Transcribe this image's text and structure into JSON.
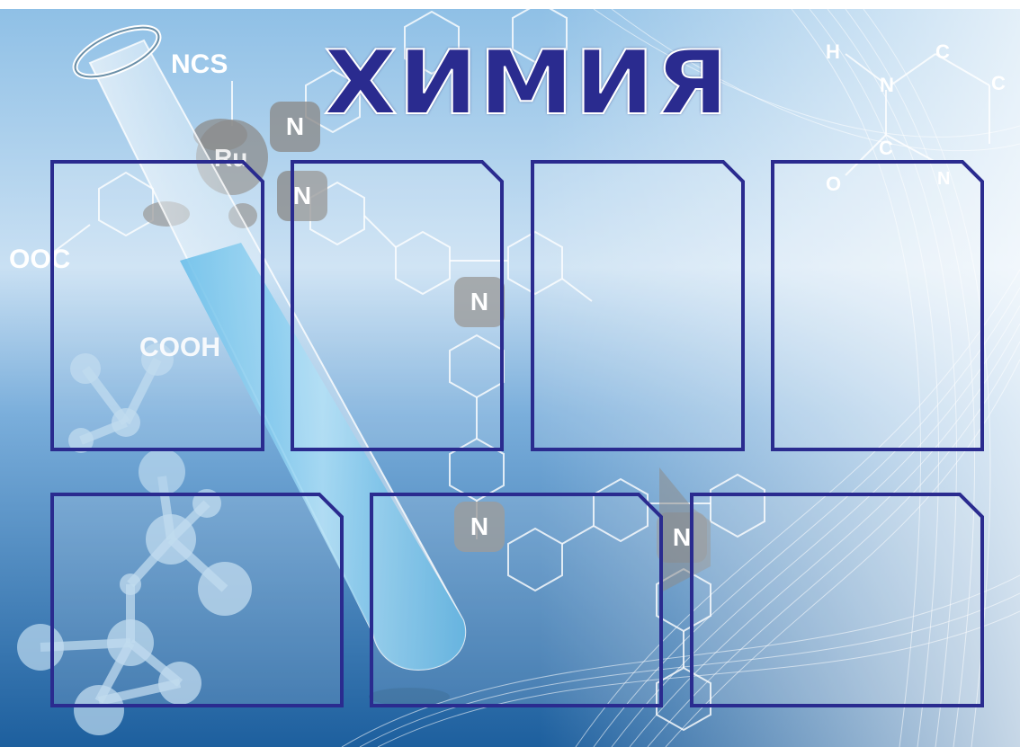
{
  "board": {
    "title": "ХИМИЯ",
    "colors": {
      "background_light": "#e8f1fb",
      "background_mid": "#7fb2dc",
      "background_dark": "#1d6aa8",
      "title_fill": "#2a2b8f",
      "panel_stroke": "#2a2b8f",
      "badge": "#8c8c8c"
    },
    "atom_labels": {
      "ncs": "NCS",
      "ru": "Ru",
      "ooc": "OOC",
      "cooh": "COOH",
      "h": "H",
      "c_top": "C",
      "c_right": "C",
      "c_mid": "C",
      "n_right": "N",
      "o": "O",
      "n_small": "N"
    },
    "badges": {
      "n1": "N",
      "n2": "N",
      "n3": "N",
      "n4": "N",
      "n5": "N"
    },
    "panels_top_count": 4,
    "panels_bottom_count": 3
  }
}
